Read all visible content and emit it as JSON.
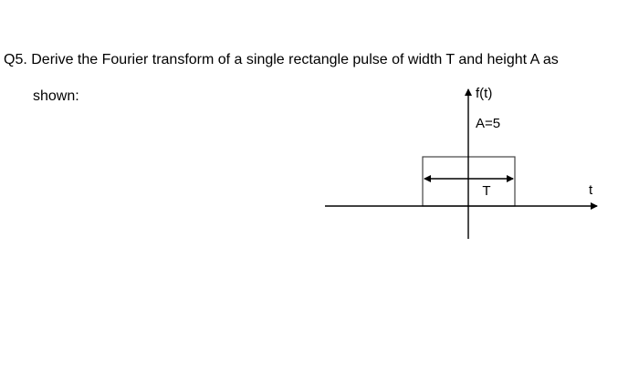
{
  "question": {
    "number": "Q5.",
    "text_line1": "Derive the Fourier transform of a single rectangle pulse of width T and height A as",
    "text_line2": "shown:"
  },
  "diagram": {
    "y_axis_label": "f(t)",
    "amplitude_label": "A=5",
    "width_label": "T",
    "x_axis_label": "t"
  },
  "colors": {
    "ink": "#000000",
    "background": "#ffffff",
    "pulse_outline": "#444444"
  }
}
